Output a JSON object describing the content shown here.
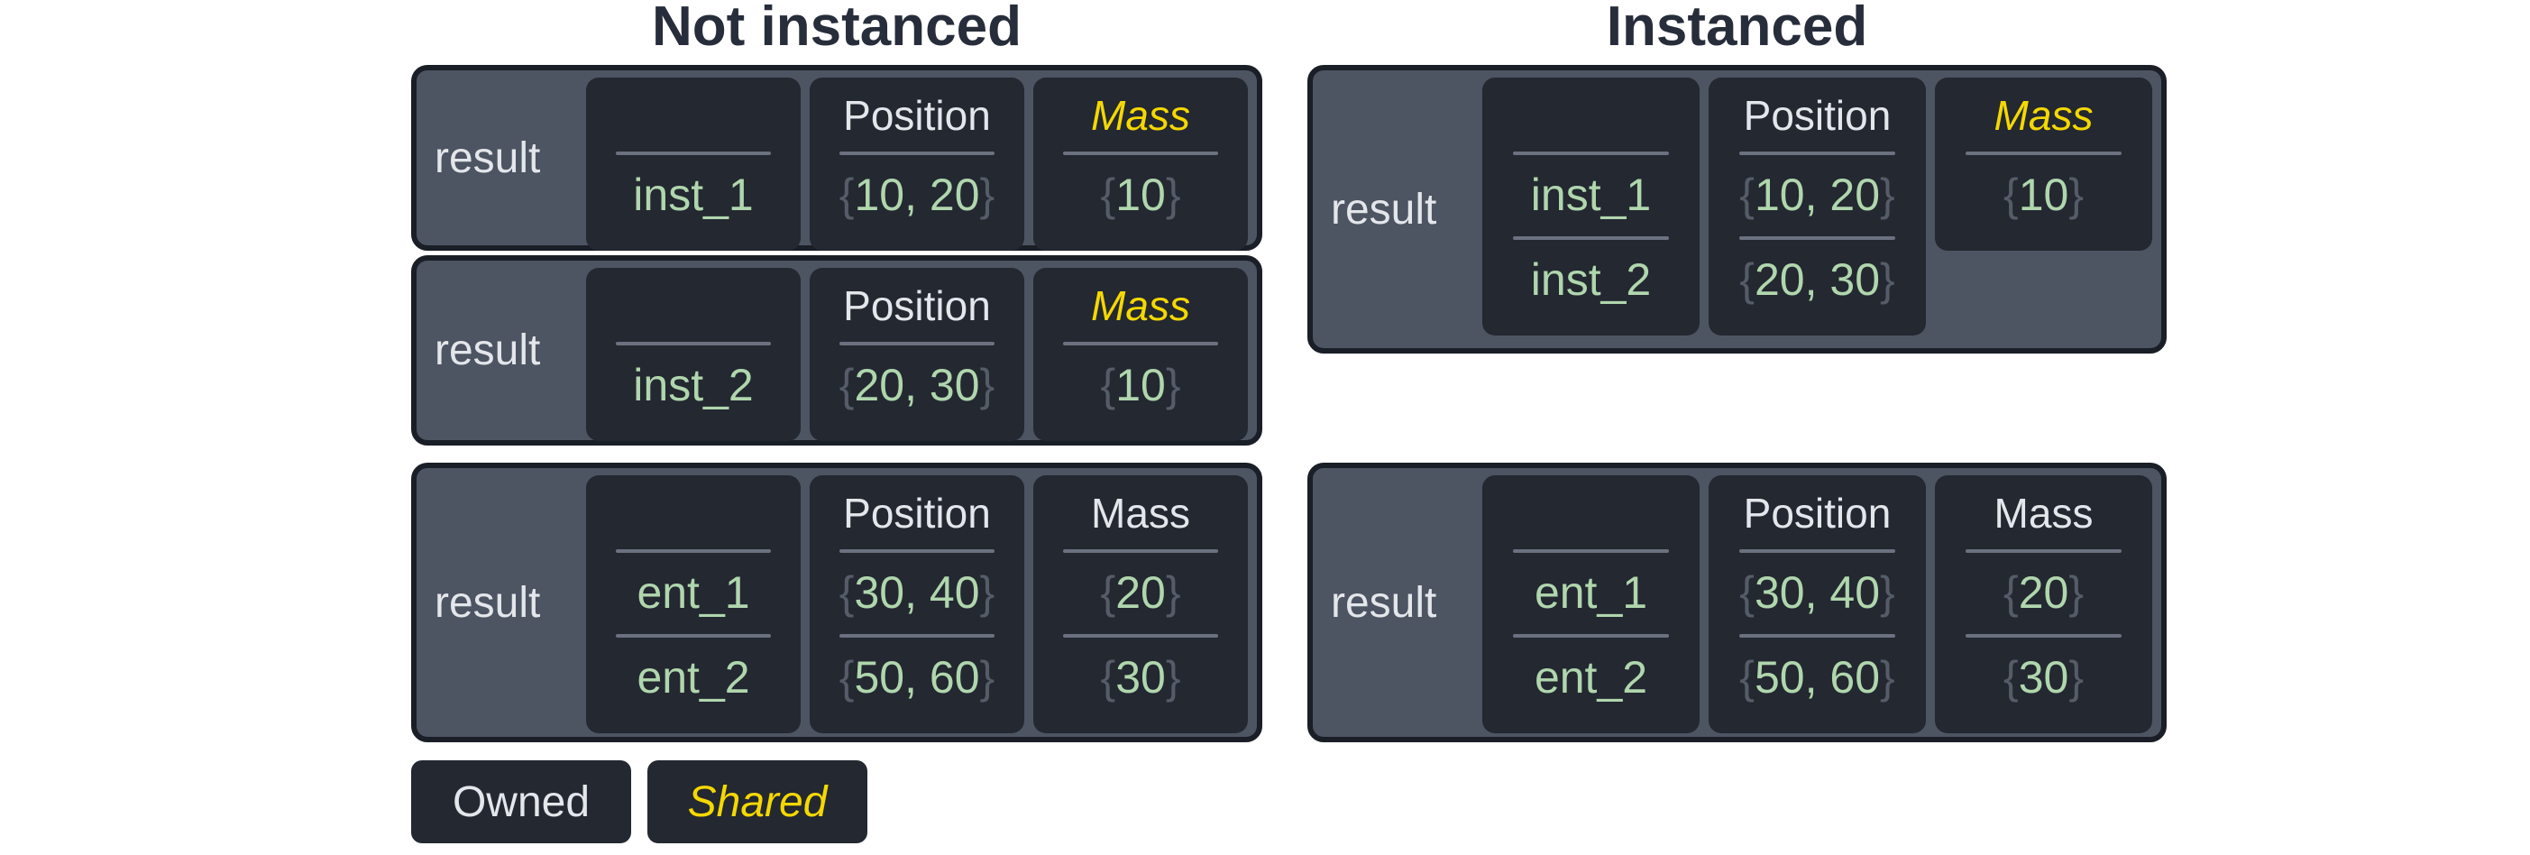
{
  "colors": {
    "page_bg": "#ffffff",
    "title_text": "#272d3a",
    "table_bg": "#4d5462",
    "table_border": "#1a1e26",
    "cell_bg": "#232831",
    "divider": "#6b717e",
    "light_text": "#e3e6ea",
    "owned_value": "#b0d6ad",
    "shared_color": "#f5d800",
    "brace": "#555c68"
  },
  "legend": {
    "owned_label": "Owned",
    "shared_label": "Shared"
  },
  "sections": [
    {
      "id": "not-instanced",
      "title": "Not instanced",
      "tables": [
        {
          "label": "result",
          "columns": [
            {
              "header": "",
              "header_style": "owned",
              "values": [
                "inst_1"
              ]
            },
            {
              "header": "Position",
              "header_style": "owned",
              "values": [
                "{10, 20}"
              ]
            },
            {
              "header": "Mass",
              "header_style": "shared",
              "values": [
                "{10}"
              ]
            }
          ]
        },
        {
          "label": "result",
          "columns": [
            {
              "header": "",
              "header_style": "owned",
              "values": [
                "inst_2"
              ]
            },
            {
              "header": "Position",
              "header_style": "owned",
              "values": [
                "{20, 30}"
              ]
            },
            {
              "header": "Mass",
              "header_style": "shared",
              "values": [
                "{10}"
              ]
            }
          ]
        },
        {
          "label": "result",
          "columns": [
            {
              "header": "",
              "header_style": "owned",
              "values": [
                "ent_1",
                "ent_2"
              ]
            },
            {
              "header": "Position",
              "header_style": "owned",
              "values": [
                "{30, 40}",
                "{50, 60}"
              ]
            },
            {
              "header": "Mass",
              "header_style": "owned",
              "values": [
                "{20}",
                "{30}"
              ]
            }
          ]
        }
      ]
    },
    {
      "id": "instanced",
      "title": "Instanced",
      "tables": [
        {
          "label": "result",
          "columns": [
            {
              "header": "",
              "header_style": "owned",
              "values": [
                "inst_1",
                "inst_2"
              ]
            },
            {
              "header": "Position",
              "header_style": "owned",
              "values": [
                "{10, 20}",
                "{20, 30}"
              ]
            },
            {
              "header": "Mass",
              "header_style": "shared",
              "values": [
                "{10}"
              ]
            }
          ]
        },
        {
          "label": "result",
          "columns": [
            {
              "header": "",
              "header_style": "owned",
              "values": [
                "ent_1",
                "ent_2"
              ]
            },
            {
              "header": "Position",
              "header_style": "owned",
              "values": [
                "{30, 40}",
                "{50, 60}"
              ]
            },
            {
              "header": "Mass",
              "header_style": "owned",
              "values": [
                "{20}",
                "{30}"
              ]
            }
          ]
        }
      ]
    }
  ]
}
